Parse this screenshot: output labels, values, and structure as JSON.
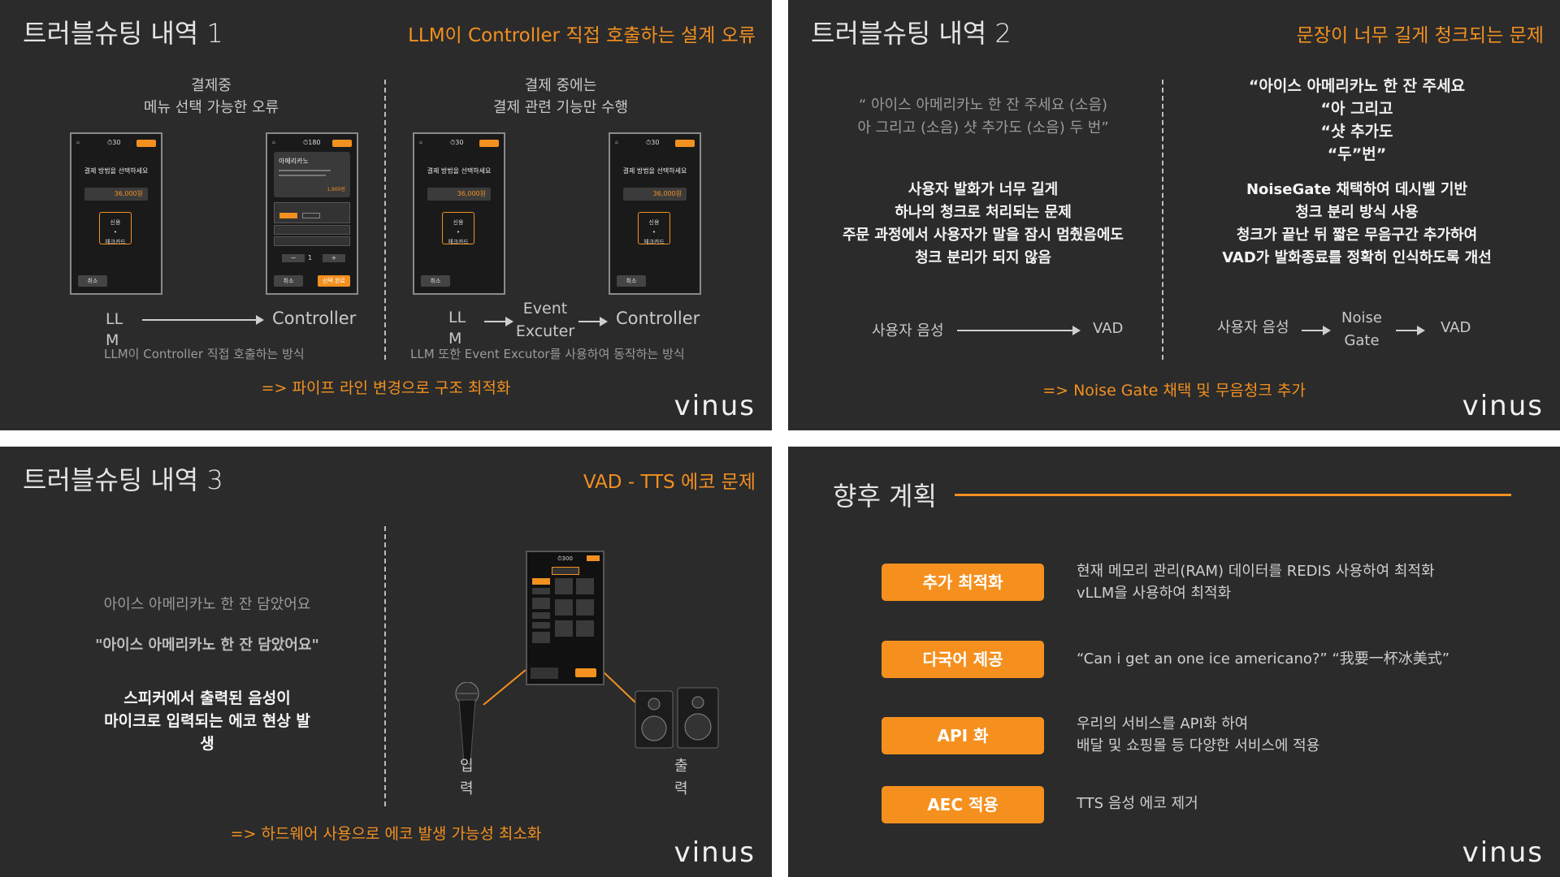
{
  "slide1": {
    "title": "트러블슈팅 내역 1",
    "subtitle": "LLM이 Controller 직접 호출하는 설계 오류",
    "left_caption_1": "결제중",
    "left_caption_2": "메뉴 선택 가능한 오류",
    "right_caption_1": "결제 중에는",
    "right_caption_2": "결제 관련 기능만 수행",
    "phone_timer_a": "30",
    "phone_timer_b": "180",
    "phone_msg": "결제 방법을 선택하세요",
    "phone_amount": "36,000원",
    "phone_card_1": "신용",
    "phone_card_2": "체크카드",
    "phone_cancel": "취소",
    "phone2_item": "아메리카노",
    "phone2_price": "1,900원",
    "phone2_qty": "1",
    "phone2_confirm": "선택 완료",
    "flow_left_from": "LLM",
    "flow_left_to": "Controller",
    "flow_right_from": "LLM",
    "flow_right_mid": "Event Excuter",
    "flow_right_to": "Controller",
    "note_left": "LLM이 Controller 직접 호출하는 방식",
    "note_right": "LLM 또한 Event Excutor를 사용하여 동작하는 방식",
    "conclusion": "=> 파이프 라인 변경으로 구조 최적화",
    "logo": "vinus"
  },
  "slide2": {
    "title": "트러블슈팅 내역 2",
    "subtitle": "문장이 너무 길게 청크되는 문제",
    "left_quote_1": "“ 아이스 아메리카노 한 잔 주세요 (소음)",
    "left_quote_2": "아 그리고 (소음) 샷 추가도 (소음) 두 번”",
    "left_bold_1": "사용자 발화가 너무 길게",
    "left_bold_2": "하나의 청크로 처리되는 문제",
    "left_bold_3": "주문 과정에서 사용자가 말을 잠시 멈췄음에도",
    "left_bold_4": "청크 분리가 되지 않음",
    "right_quote_1": "“아이스 아메리카노 한 잔 주세요",
    "right_quote_2": "“아 그리고",
    "right_quote_3": "“샷 추가도",
    "right_quote_4": "“두”번”",
    "right_bold_1": "NoiseGate 채택하여 데시벨 기반",
    "right_bold_2": "청크 분리 방식 사용",
    "right_bold_3": "청크가 끝난 뒤 짧은 무음구간 추가하여",
    "right_bold_4": "VAD가 발화종료를 정확히 인식하도록 개선",
    "flow_left_from": "사용자 음성",
    "flow_left_to": "VAD",
    "flow_right_from": "사용자 음성",
    "flow_right_mid": "Noise Gate",
    "flow_right_to": "VAD",
    "conclusion": "=> Noise Gate 채택 및 무음청크 추가",
    "logo": "vinus"
  },
  "slide3": {
    "title": "트러블슈팅 내역 3",
    "subtitle": "VAD - TTS 에코 문제",
    "line_plain": "아이스 아메리카노 한 잔 담았어요",
    "line_quoted": "\"아이스 아메리카노 한 잔 담았어요\"",
    "bold_1": "스피커에서 출력된 음성이",
    "bold_2": "마이크로 입력되는 에코 현상 발",
    "bold_3": "생",
    "kiosk_timer": "300",
    "label_input": "입력",
    "label_output": "출력",
    "conclusion": "=> 하드웨어 사용으로 에코 발생 가능성 최소화",
    "logo": "vinus"
  },
  "slide4": {
    "title": "향후 계획",
    "items": [
      {
        "label": "추가 최적화",
        "desc_1": "현재 메모리 관리(RAM) 데이터를 REDIS 사용하여 최적화",
        "desc_2": "vLLM을 사용하여 최적화"
      },
      {
        "label": "다국어 제공",
        "desc_1": "“Can i get an one ice americano?” “我要一杯冰美式”",
        "desc_2": ""
      },
      {
        "label": "API 화",
        "desc_1": "우리의 서비스를 API화 하여",
        "desc_2": "배달 및 쇼핑몰 등 다양한 서비스에 적용"
      },
      {
        "label": "AEC 적용",
        "desc_1": "TTS 음성 에코 제거",
        "desc_2": ""
      }
    ],
    "logo": "vinus"
  },
  "colors": {
    "accent": "#f29020",
    "background": "#2b2b2b",
    "page": "#ffffff"
  }
}
